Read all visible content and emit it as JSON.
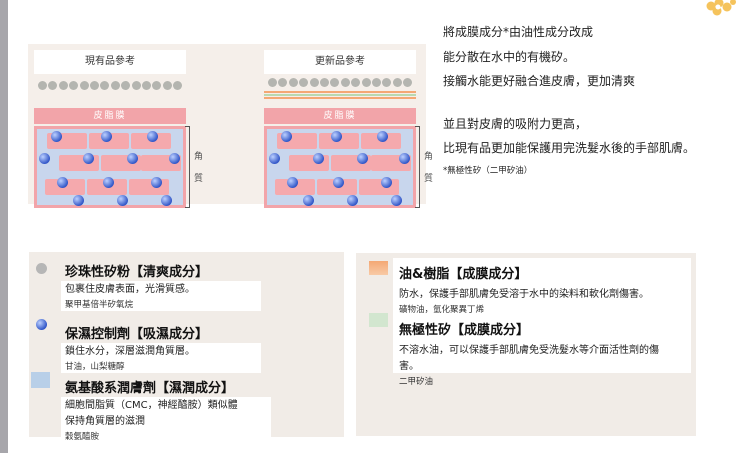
{
  "diagram": {
    "current_label": "現有品參考",
    "updated_label": "更新品參考",
    "sebum_label": "皮脂膜",
    "corneum_label": [
      "角",
      "質"
    ]
  },
  "intro": {
    "lines1": [
      "將成膜成分*由油性成分改成",
      "能分散在水中的有機矽。",
      "接觸水能更好融合進皮膚，更加清爽"
    ],
    "lines2": [
      "並且對皮膚的吸附力更高，",
      "比現有品更加能保護用完洗髮水後的手部肌膚。"
    ],
    "note": "*無極性矽（二甲矽油）"
  },
  "ingredients_left": [
    {
      "title": "珍珠性矽粉【清爽成分】",
      "desc": [
        "包裹住皮膚表面，光滑質感。"
      ],
      "sub": "聚甲基倍半矽氧烷",
      "color": "#b6b6b6"
    },
    {
      "title": "保濕控制劑【吸濕成分】",
      "desc": [
        "鎖住水分，深層滋潤角質層。"
      ],
      "sub": "甘油，山梨糖醇",
      "color": "#3257c8"
    },
    {
      "title": "氨基酸系潤膚劑【濕潤成分】",
      "desc": [
        "細胞間脂質（CMC，神經醯胺）類似體",
        "保持角質層的滋潤"
      ],
      "sub": "穀氨醯胺",
      "color": "#b8cfe8"
    }
  ],
  "ingredients_right": [
    {
      "title": "油&樹脂【成膜成分】",
      "desc": [
        "防水，保護手部肌膚免受溶于水中的染料和軟化劑傷害。"
      ],
      "sub": "礦物油，氫化聚異丁烯",
      "color": "#f4a874"
    },
    {
      "title": "無極性矽【成膜成分】",
      "desc": [
        "不溶水油，可以保護手部肌膚免受洗髮水等介面活性劑的傷",
        "害。"
      ],
      "sub": "二甲矽油",
      "color": "#d2e6cf"
    }
  ]
}
